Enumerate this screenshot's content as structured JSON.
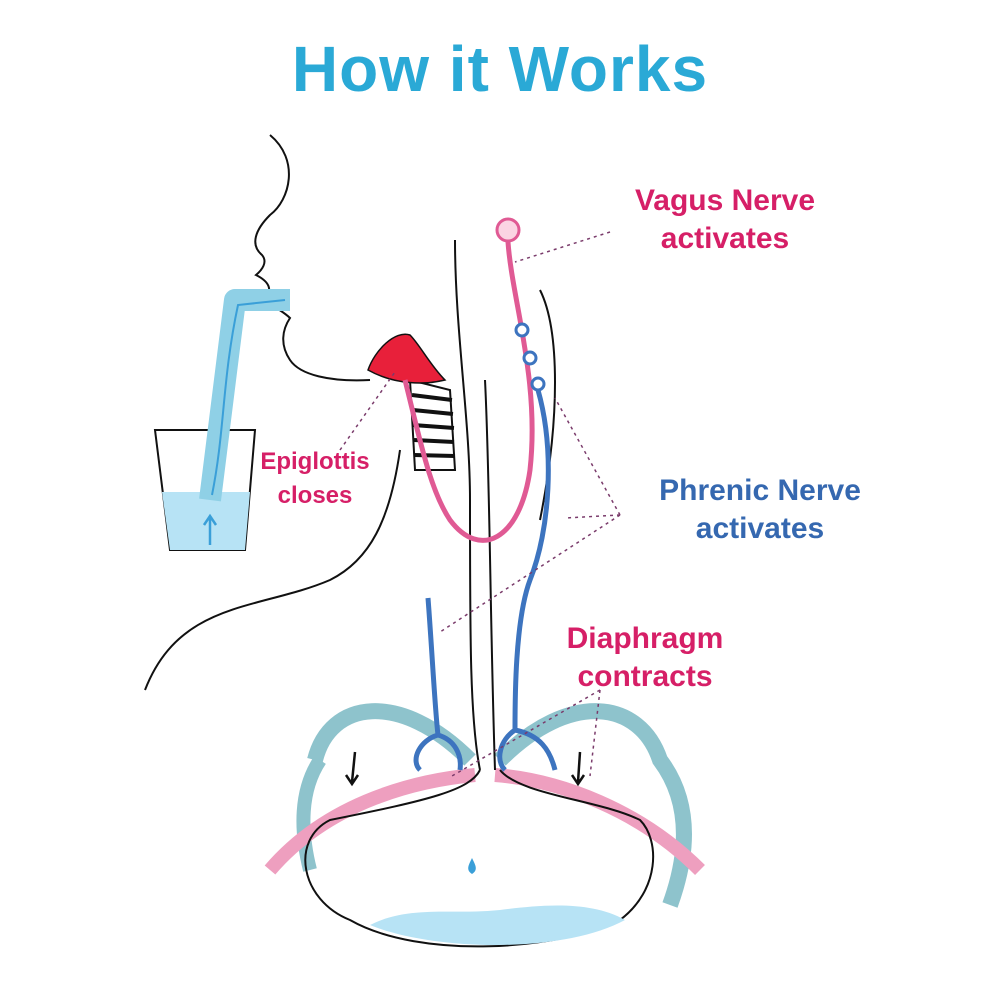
{
  "title": "How it Works",
  "labels": {
    "vagus_line1": "Vagus Nerve",
    "vagus_line2": "activates",
    "phrenic_line1": "Phrenic Nerve",
    "phrenic_line2": "activates",
    "diaphragm_line1": "Diaphragm",
    "diaphragm_line2": "contracts",
    "epiglottis_line1": "Epiglottis",
    "epiglottis_line2": "closes"
  },
  "colors": {
    "title": "#2aa9d6",
    "vagus": "#e05a94",
    "phrenic": "#3d74bf",
    "diaphragm": "#ec9dbe",
    "ribs": "#7fb9c4",
    "water": "#b7e3f5",
    "epiglottis": "#e8203a"
  }
}
